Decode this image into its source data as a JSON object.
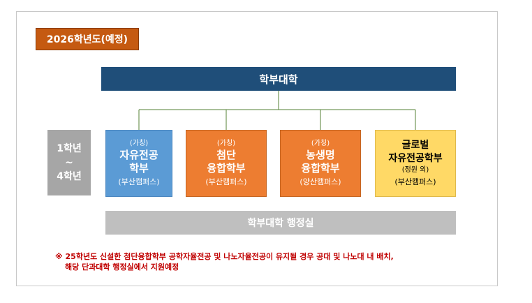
{
  "badge": {
    "label": "2026학년도(예정)",
    "color": "#c55a11"
  },
  "top_bar": {
    "label": "학부대학",
    "color": "#1f4e79"
  },
  "year_range": {
    "start": "1학년",
    "sep": "~",
    "end": "4학년"
  },
  "programs": [
    {
      "sub": "(가칭)",
      "main_line1": "자유전공",
      "main_line2": "학부",
      "campus": "(부산캠퍼스)",
      "color": "#5b9bd5"
    },
    {
      "sub": "(가칭)",
      "main_line1": "첨단",
      "main_line2": "융합학부",
      "campus": "(부산캠퍼스)",
      "color": "#ed7d31"
    },
    {
      "sub": "(가칭)",
      "main_line1": "농생명",
      "main_line2": "융합학부",
      "campus": "(양산캠퍼스)",
      "color": "#ed7d31"
    },
    {
      "main_line1": "글로벌",
      "main_line2": "자유전공학부",
      "note": "(정원 외)",
      "campus": "(부산캠퍼스)",
      "color": "#ffd966"
    }
  ],
  "admin_bar": {
    "label": "학부대학 행정실"
  },
  "footnote": {
    "line1": "※ 25학년도 신설한 첨단융합학부 공학자율전공 및 나노자율전공이 유지될 경우 공대 및 나노대 내 배치,",
    "line2": "해당 단과대학 행정실에서 지원예정"
  }
}
